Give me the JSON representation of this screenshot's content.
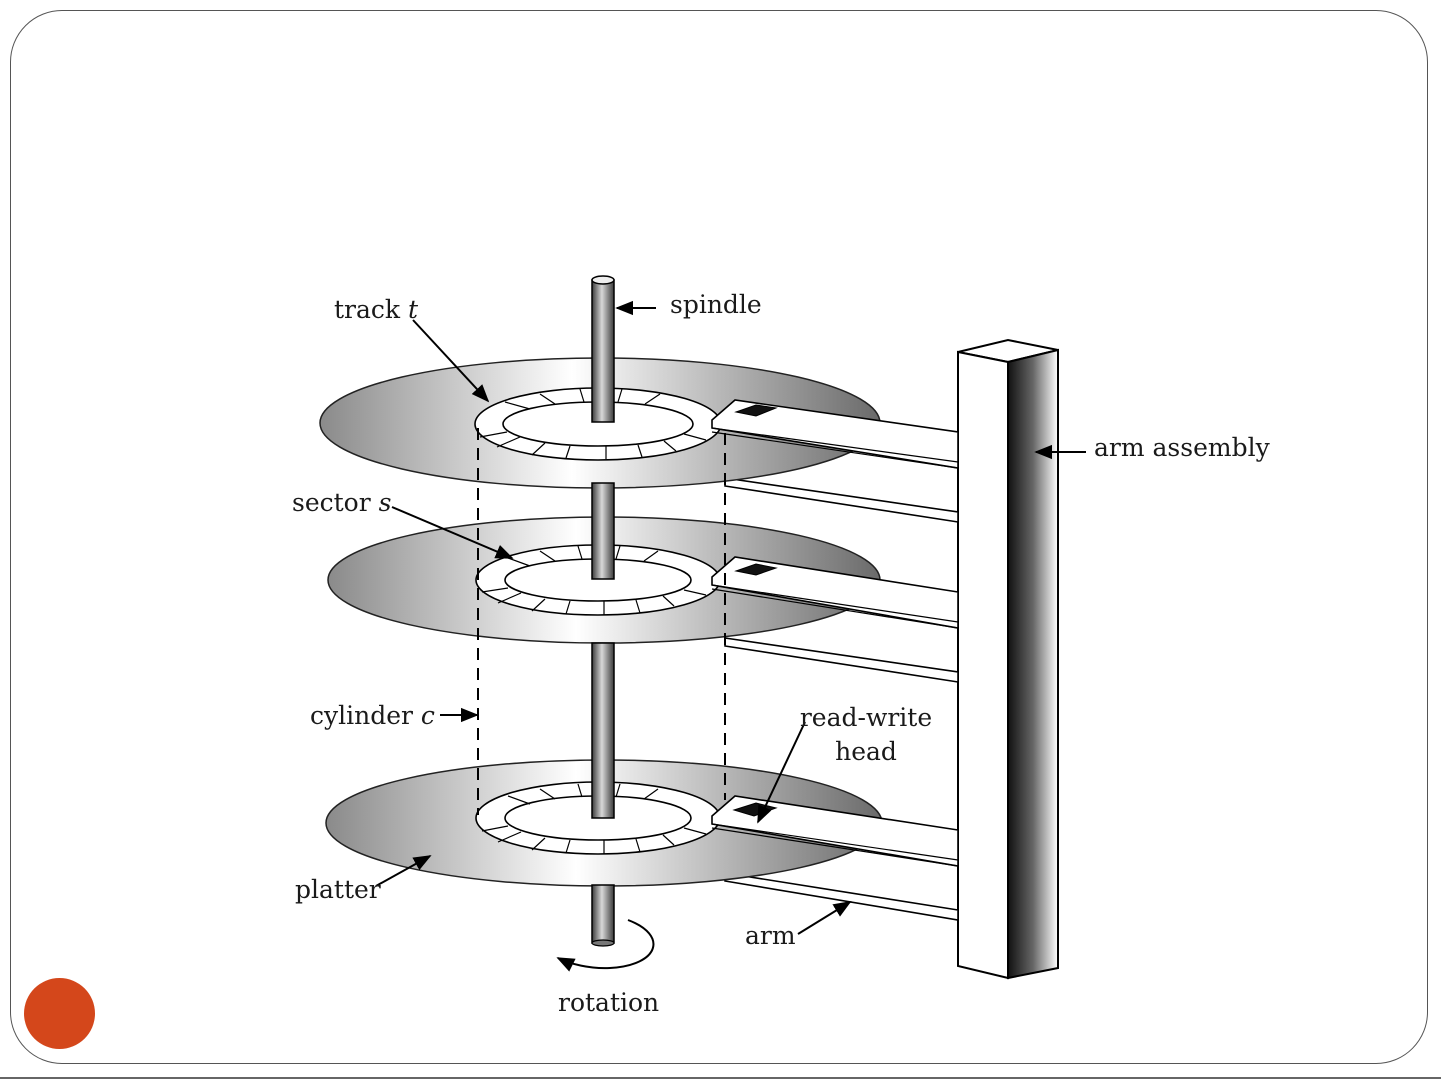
{
  "colors": {
    "accent": "#d4471b",
    "frame": "#555555"
  },
  "labels": {
    "spindle": "spindle",
    "track": "track",
    "track_var": "t",
    "sector": "sector",
    "sector_var": "s",
    "cylinder": "cylinder",
    "cylinder_var": "c",
    "read_write_line1": "read-write",
    "read_write_line2": "head",
    "arm_assembly": "arm assembly",
    "platter": "platter",
    "arm": "arm",
    "rotation": "rotation"
  }
}
